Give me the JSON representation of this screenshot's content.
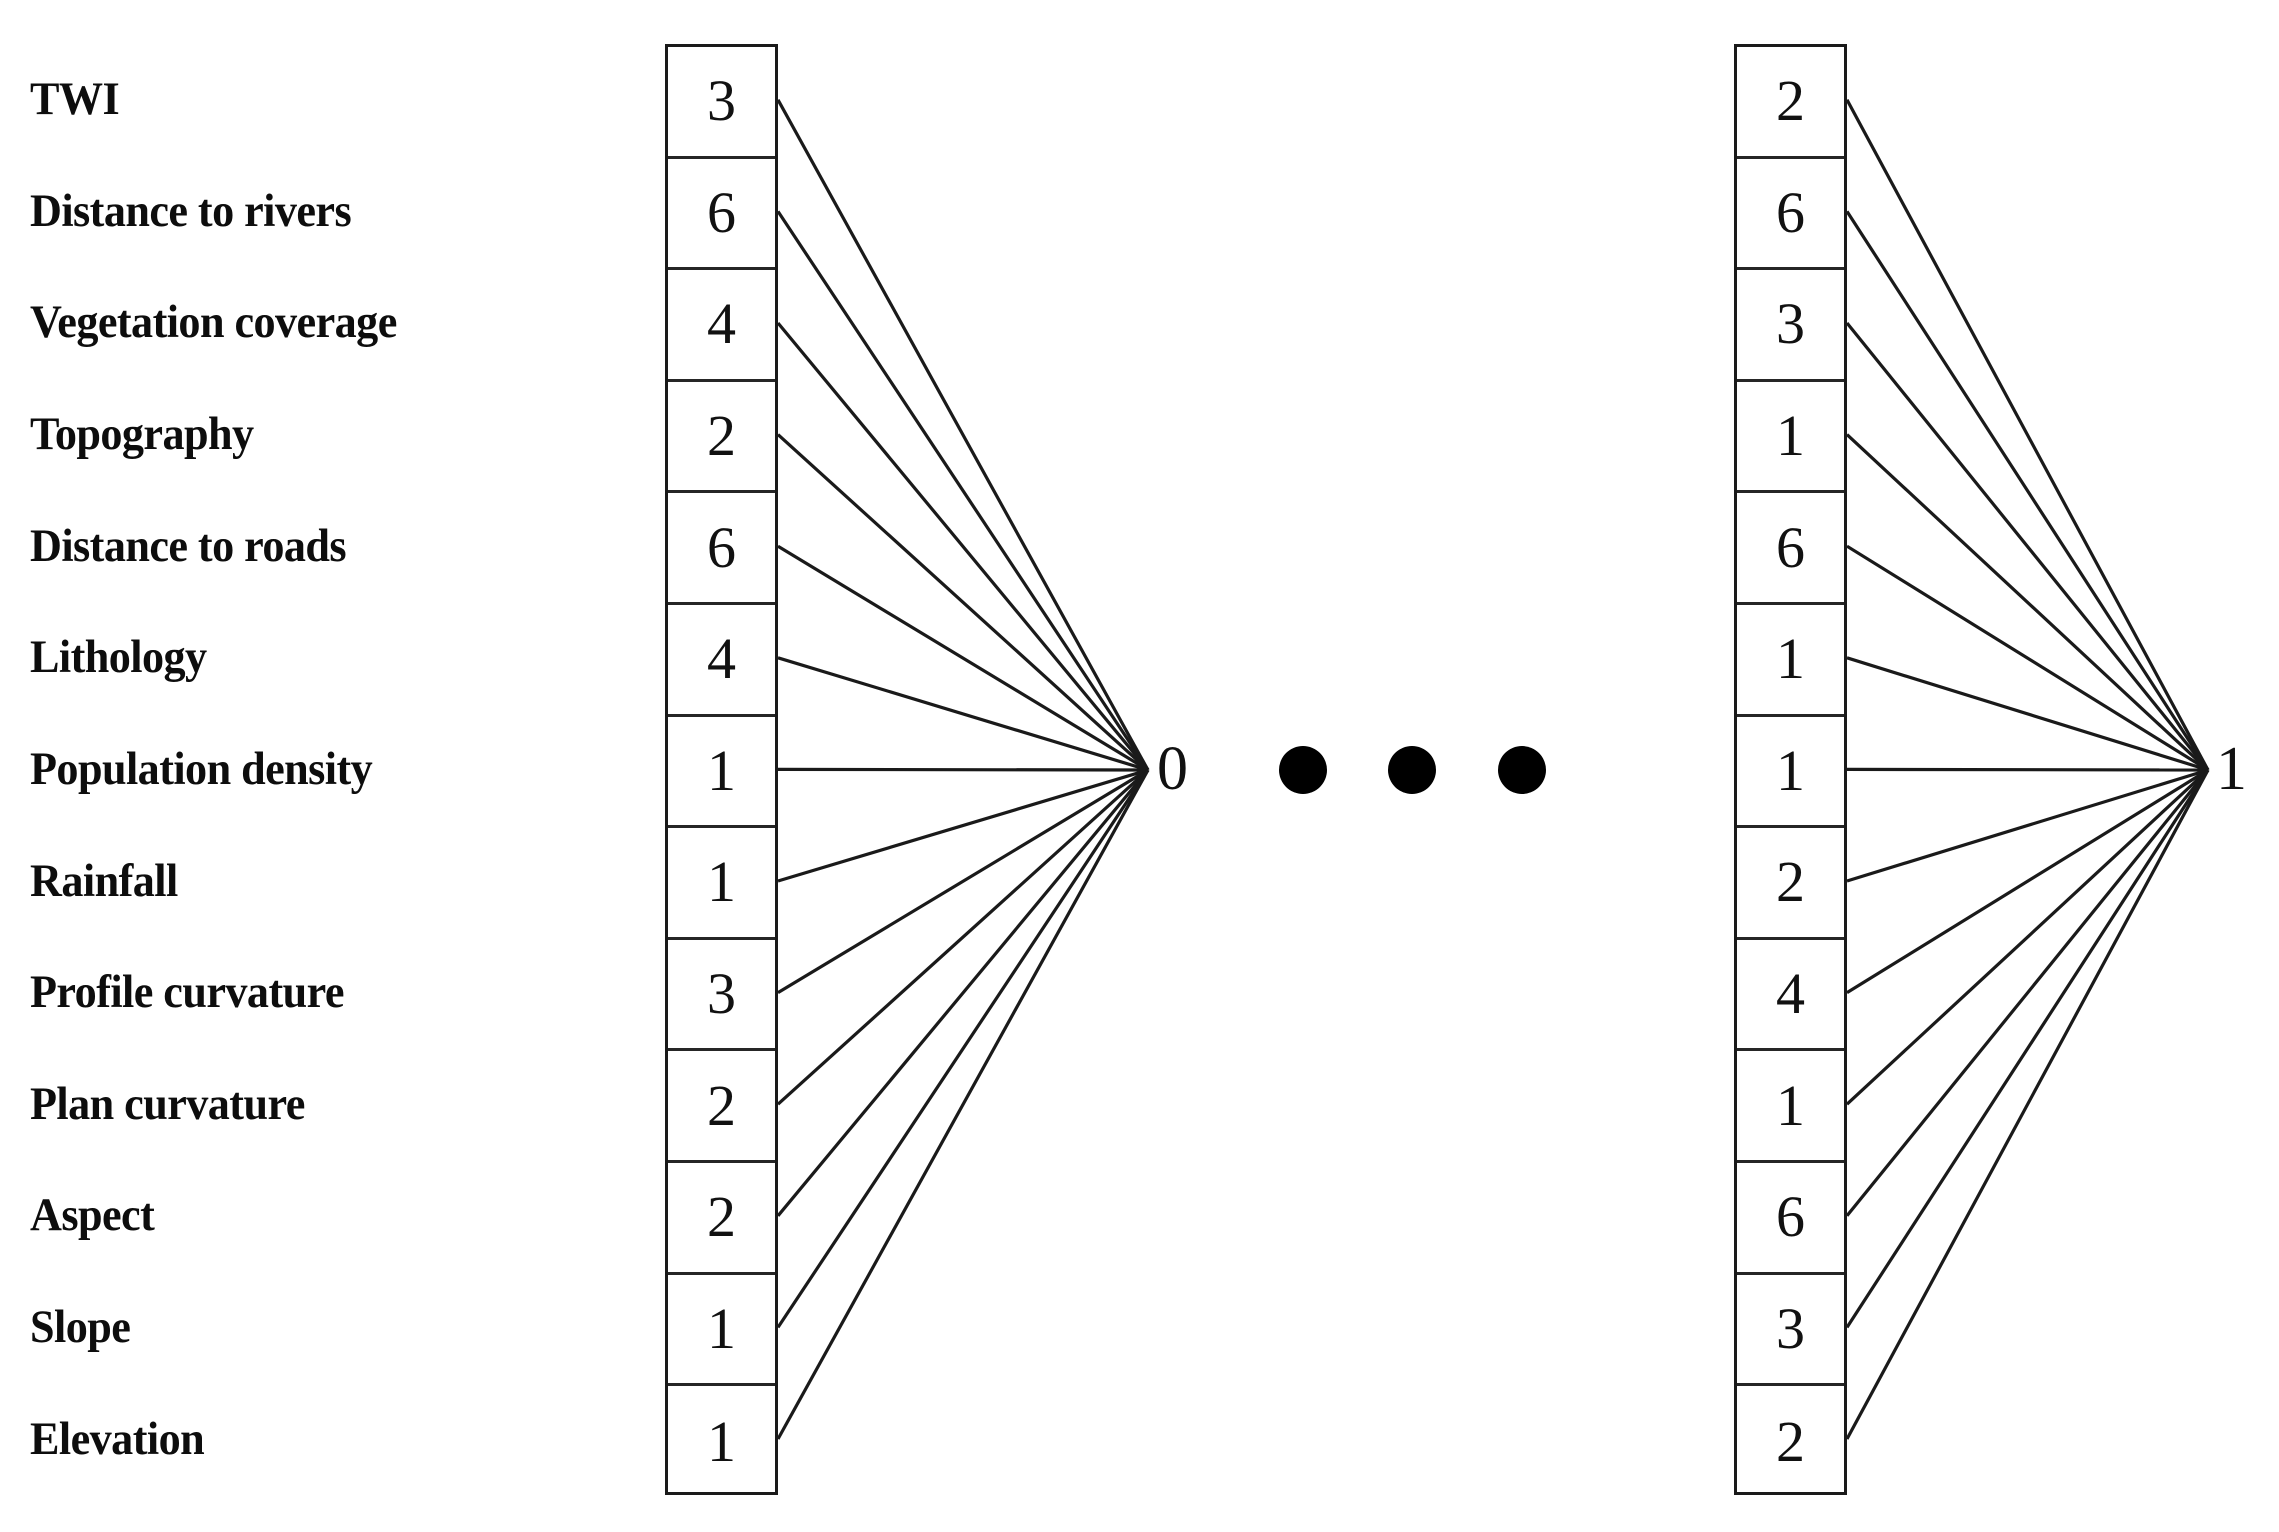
{
  "diagram": {
    "type": "neural-network-input-layer-fan-in",
    "feature_labels": [
      "TWI",
      "Distance to rivers",
      "Vegetation coverage",
      "Topography",
      "Distance to roads",
      "Lithology",
      "Population density",
      "Rainfall",
      "Profile curvature",
      "Plan curvature",
      "Aspect",
      "Slope",
      "Elevation"
    ],
    "tables": [
      {
        "name": "sample-0-feature-codes",
        "values": [
          "3",
          "6",
          "4",
          "2",
          "6",
          "4",
          "1",
          "1",
          "3",
          "2",
          "2",
          "1",
          "1"
        ],
        "output_label": "0"
      },
      {
        "name": "sample-1-feature-codes",
        "values": [
          "2",
          "6",
          "3",
          "1",
          "6",
          "1",
          "1",
          "2",
          "4",
          "1",
          "6",
          "3",
          "2"
        ],
        "output_label": "1"
      }
    ],
    "ellipsis": [
      "dot",
      "dot",
      "dot"
    ],
    "colors": {
      "line": "#1a1a1a",
      "border": "#1a1a1a",
      "text": "#111111",
      "background": "#ffffff",
      "dot": "#000000"
    }
  }
}
